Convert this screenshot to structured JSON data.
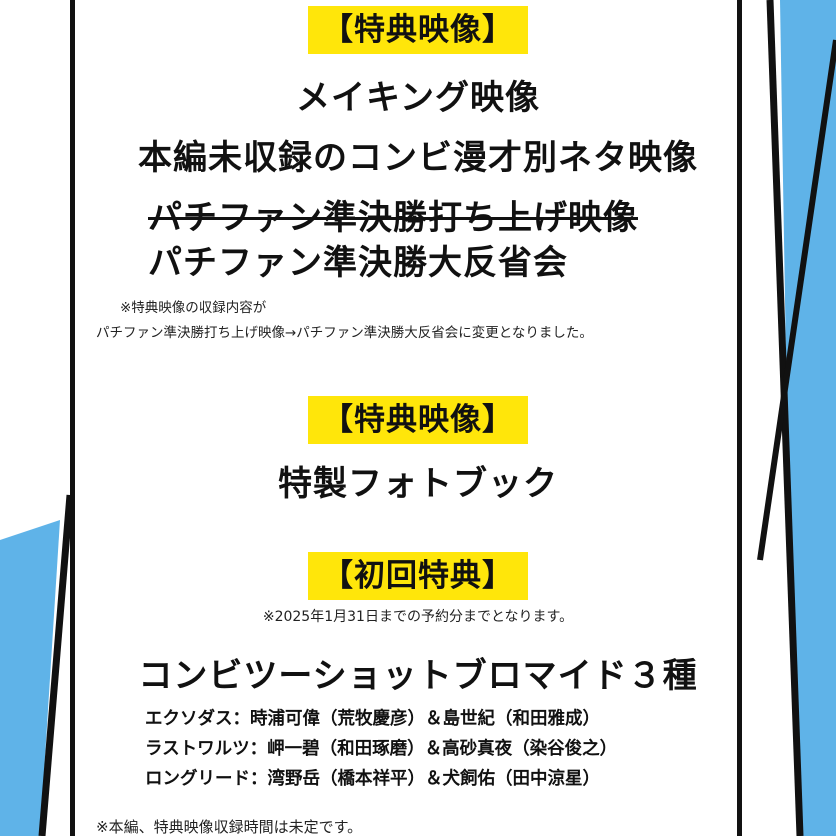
{
  "section1": {
    "label": "【特典映像】",
    "items": [
      "メイキング映像",
      "本編未収録のコンビ漫才別ネタ映像",
      "パチファン準決勝打ち上げ映像",
      "パチファン準決勝大反省会"
    ],
    "note_line1": "※特典映像の収録内容が",
    "note_line2": "パチファン準決勝打ち上げ映像→パチファン準決勝大反省会に変更となりました。"
  },
  "section2": {
    "label": "【特典映像】",
    "item": "特製フォトブック"
  },
  "section3": {
    "label": "【初回特典】",
    "note": "※2025年1月31日までの予約分までとなります。",
    "title": "コンビツーショットブロマイド３種",
    "cast": [
      "エクソダス：時浦可偉（荒牧慶彦）＆島世紀（和田雅成）",
      "ラストワルツ：岬一碧（和田琢磨）＆高砂真夜（染谷俊之）",
      "ロングリード：湾野岳（橋本祥平）＆犬飼佑（田中涼星）"
    ]
  },
  "footer_note": "※本編、特典映像収録時間は未定です。",
  "colors": {
    "accent_blue": "#5fb3e8",
    "highlight_yellow": "#ffe60a",
    "border_black": "#111111"
  }
}
